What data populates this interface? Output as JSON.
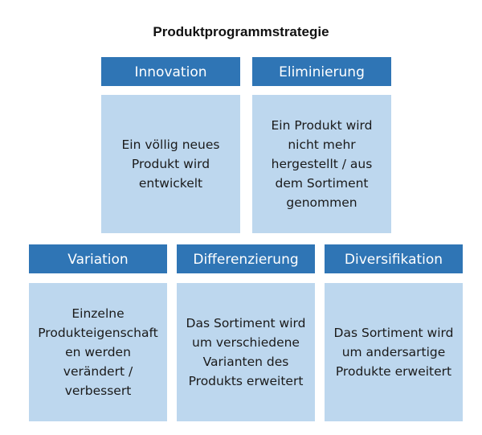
{
  "title": "Produktprogrammstrategie",
  "colors": {
    "header_fill": "#2f75b5",
    "header_text": "#ffffff",
    "body_fill": "#bdd7ee"
  },
  "boxes": [
    {
      "heading": "Innovation",
      "text": "Ein völlig neues\nProdukt wird\nentwickelt"
    },
    {
      "heading": "Eliminierung",
      "text": "Ein Produkt wird\nnicht mehr\nhergestellt / aus\ndem Sortiment\ngenommen"
    },
    {
      "heading": "Variation",
      "text": "Einzelne\nProdukteigenschaft\nen werden\nverändert /\nverbessert"
    },
    {
      "heading": "Differenzierung",
      "text": "Das Sortiment wird\num verschiedene\nVarianten des\nProdukts erweitert"
    },
    {
      "heading": "Diversifikation",
      "text": "Das Sortiment wird\num andersartige\nProdukte erweitert"
    }
  ]
}
